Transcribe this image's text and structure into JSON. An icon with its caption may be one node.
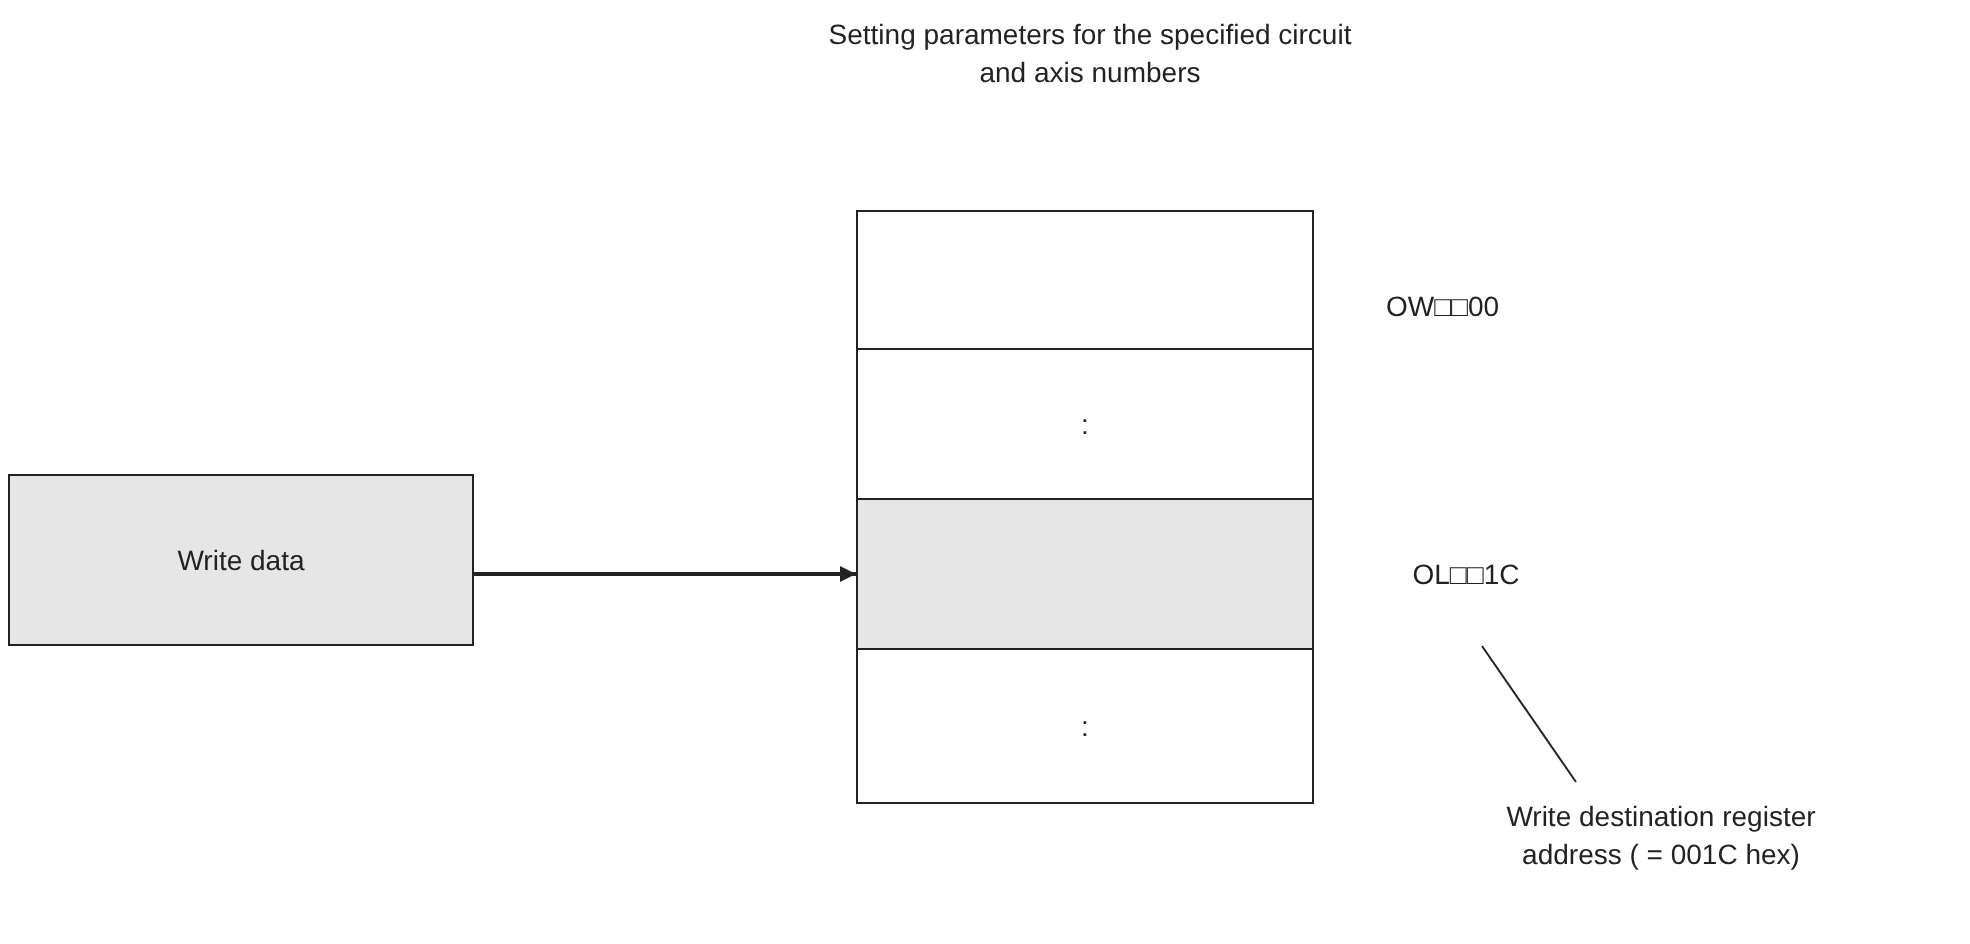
{
  "diagram": {
    "title": "Setting parameters for the specified circuit and axis numbers",
    "nodes": [
      {
        "text": [],
        "shape": "box"
      },
      {
        "text": [
          ":"
        ]
      },
      {
        "text": [],
        "shape": "box"
      },
      {
        "text": [
          ":"
        ]
      },
      {
        "text": [
          "Write data"
        ]
      },
      {
        "text": [
          "OL□□1C"
        ]
      },
      {
        "text": [
          "Write destination register address ( = 001C hex)"
        ]
      }
    ],
    "edges": [
      {
        "from": 4,
        "to": 2,
        "arrow": "to"
      },
      {
        "from": 6,
        "to": 5,
        "arrow": "none"
      }
    ],
    "labels": [
      "OW□□00"
    ]
  }
}
